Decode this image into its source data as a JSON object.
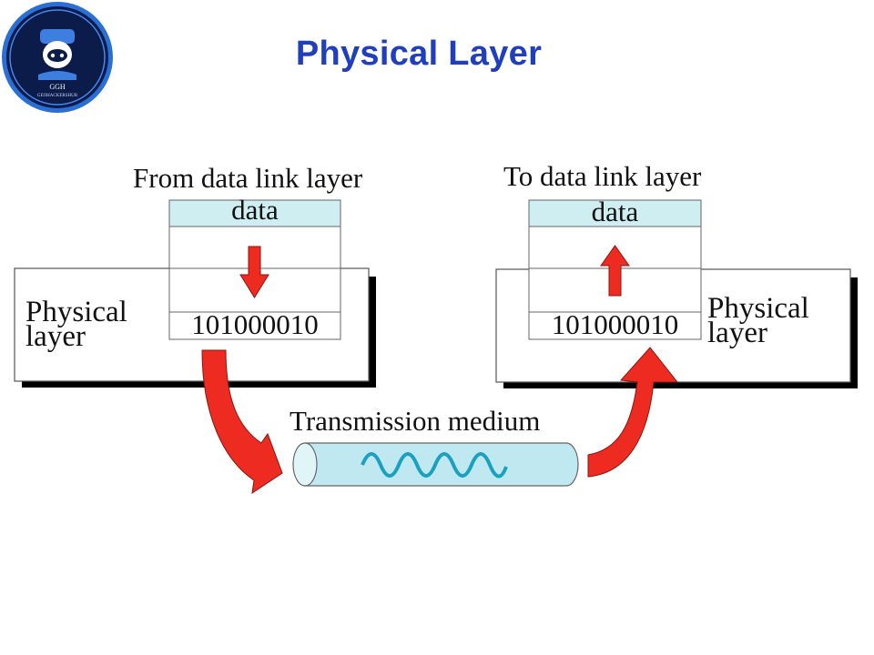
{
  "header": {
    "title": "Physical Layer",
    "logo": {
      "initials": "GGH",
      "name": "GEOHACKERSHUB"
    }
  },
  "sender": {
    "source_label": "From data link layer",
    "data_label": "data",
    "bits": "101000010",
    "layer_label_line1": "Physical",
    "layer_label_line2": "layer"
  },
  "receiver": {
    "target_label": "To data link layer",
    "data_label": "data",
    "bits": "101000010",
    "layer_label_line1": "Physical",
    "layer_label_line2": "layer"
  },
  "medium": {
    "label": "Transmission medium"
  },
  "colors": {
    "title": "#1f3fbf",
    "data_fill": "#cfeef2",
    "arrow": "#ee2b20",
    "tube": "#bfe8f0",
    "wave": "#1aa0c0",
    "logo_bg": "#0b1b4a",
    "logo_ring": "#2a6fd6"
  },
  "icons": [
    "logo-icon",
    "down-arrow-icon",
    "up-arrow-icon",
    "curved-arrow-icon",
    "wave-icon"
  ]
}
